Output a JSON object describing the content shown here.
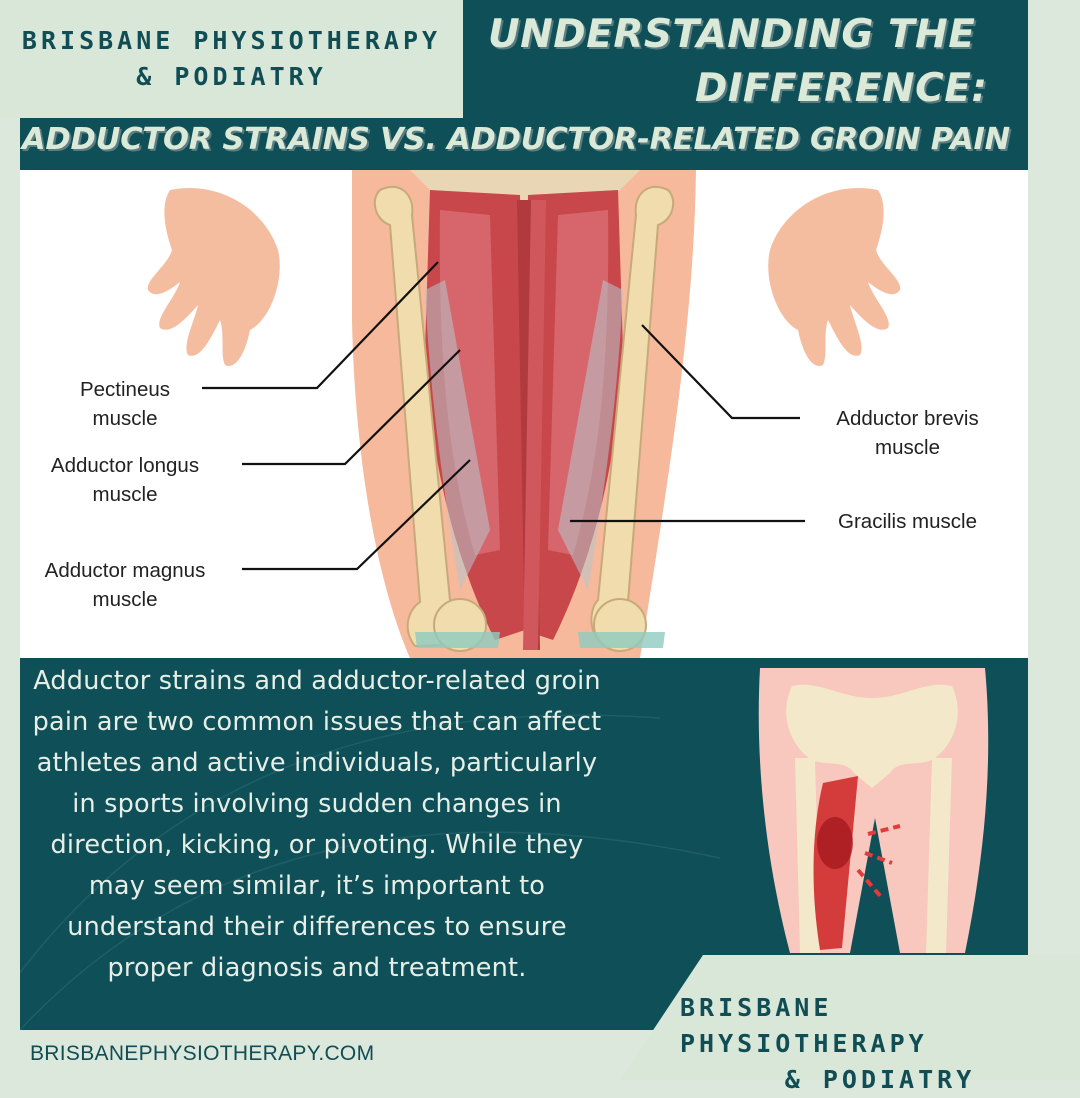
{
  "brand": {
    "line1": "BRISBANE PHYSIOTHERAPY",
    "line2": "& PODIATRY"
  },
  "title": {
    "line1": "UNDERSTANDING THE",
    "line2": "DIFFERENCE:",
    "line3": "ADDUCTOR STRAINS VS. ADDUCTOR-RELATED GROIN PAIN"
  },
  "anatomy_labels": {
    "pectineus": "Pectineus\nmuscle",
    "adductor_longus": "Adductor longus\nmuscle",
    "adductor_magnus": "Adductor magnus\nmuscle",
    "adductor_brevis": "Adductor brevis\nmuscle",
    "gracilis": "Gracilis muscle"
  },
  "intro_text": "Adductor strains and adductor-related groin pain are two common issues that can affect athletes and active individuals, particularly in sports involving sudden changes in direction, kicking, or pivoting. While they may seem similar, it’s important to understand their differences to ensure proper diagnosis and treatment.",
  "footer": {
    "website": "BRISBANEPHYSIOTHERAPY.COM"
  },
  "colors": {
    "teal": "#0e4f58",
    "mint": "#d8e7d8",
    "title_text": "#dbe9d9",
    "muscle_red": "#c8474b",
    "bone": "#f1dcae",
    "skin": "#f6b99b"
  }
}
